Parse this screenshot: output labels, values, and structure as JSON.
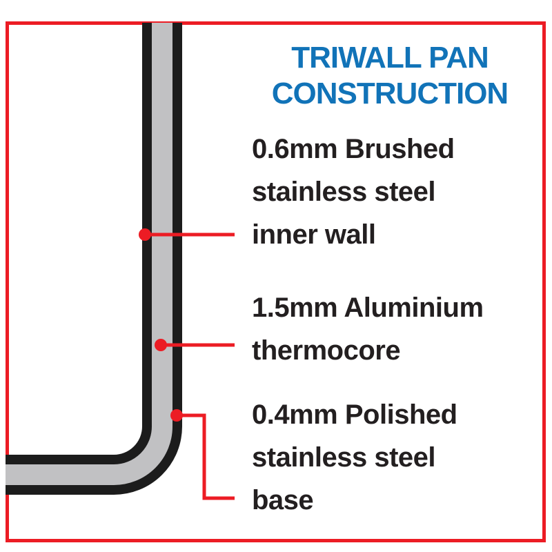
{
  "title": {
    "line1": "TRIWALL PAN",
    "line2": "CONSTRUCTION"
  },
  "labels": [
    {
      "lines": [
        "0.6mm Brushed",
        "stainless steel",
        "inner wall"
      ]
    },
    {
      "lines": [
        "1.5mm Aluminium",
        "thermocore"
      ]
    },
    {
      "lines": [
        "0.4mm Polished",
        "stainless steel",
        "base"
      ]
    }
  ],
  "colors": {
    "frame-red": "#EC1C24",
    "title-blue": "#1173B8",
    "text-black": "#231F20",
    "wall-outline": "#1C1C1C",
    "wall-core": "#C1C1C3",
    "bg": "#FFFFFF"
  }
}
